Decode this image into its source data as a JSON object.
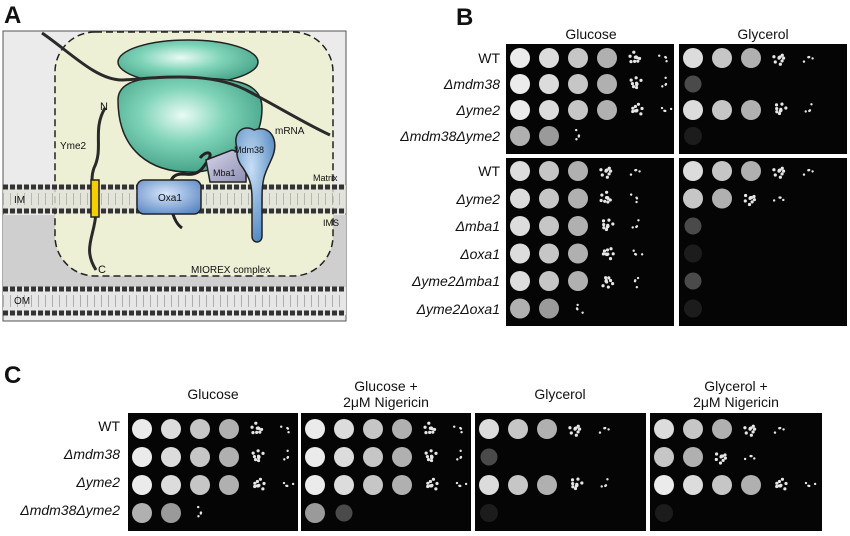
{
  "panels": {
    "a": "A",
    "b": "B",
    "c": "C"
  },
  "diagram": {
    "labels": {
      "n_term": "N",
      "c_term": "C",
      "yme2": "Yme2",
      "oxa1": "Oxa1",
      "mba1": "Mba1",
      "mdm38": "Mdm38",
      "mrna": "mRNA",
      "matrix": "Matrix",
      "ims": "IMS",
      "im": "IM",
      "om": "OM",
      "miorex": "MIOREX complex"
    },
    "colors": {
      "ribosome": "#5fc3a6",
      "oxa1": "#7ea6d8",
      "mdm38": "#6a9fd0",
      "mba1": "#a9a9c9",
      "yme2_tm": "#f5d000",
      "miorex_bg": "#eef0d8",
      "ims_bg": "#cdcdcd",
      "matrix_bg": "#ececec"
    }
  },
  "panel_b": {
    "conditions": [
      "Glucose",
      "Glycerol"
    ],
    "group1": {
      "strains": [
        "WT",
        "Δmdm38",
        "Δyme2",
        "Δmdm38Δyme2"
      ],
      "growth_glucose": [
        6,
        6,
        6,
        3
      ],
      "growth_glycerol": [
        5,
        1,
        5,
        0
      ]
    },
    "group2": {
      "strains": [
        "WT",
        "Δyme2",
        "Δmba1",
        "Δoxa1",
        "Δyme2Δmba1",
        "Δyme2Δoxa1"
      ],
      "growth_glucose": [
        5,
        5,
        5,
        5,
        5,
        3
      ],
      "growth_glycerol": [
        5,
        4,
        1,
        0,
        1,
        0
      ]
    }
  },
  "panel_c": {
    "conditions": [
      {
        "line1": "Glucose",
        "line2": ""
      },
      {
        "line1": "Glucose +",
        "line2": "2μM Nigericin"
      },
      {
        "line1": "Glycerol",
        "line2": ""
      },
      {
        "line1": "Glycerol +",
        "line2": "2μM Nigericin"
      }
    ],
    "strains": [
      "WT",
      "Δmdm38",
      "Δyme2",
      "Δmdm38Δyme2"
    ],
    "growth": [
      [
        6,
        6,
        6,
        3
      ],
      [
        6,
        6,
        6,
        2
      ],
      [
        5,
        1,
        5,
        0
      ],
      [
        5,
        4,
        6,
        0
      ]
    ]
  }
}
